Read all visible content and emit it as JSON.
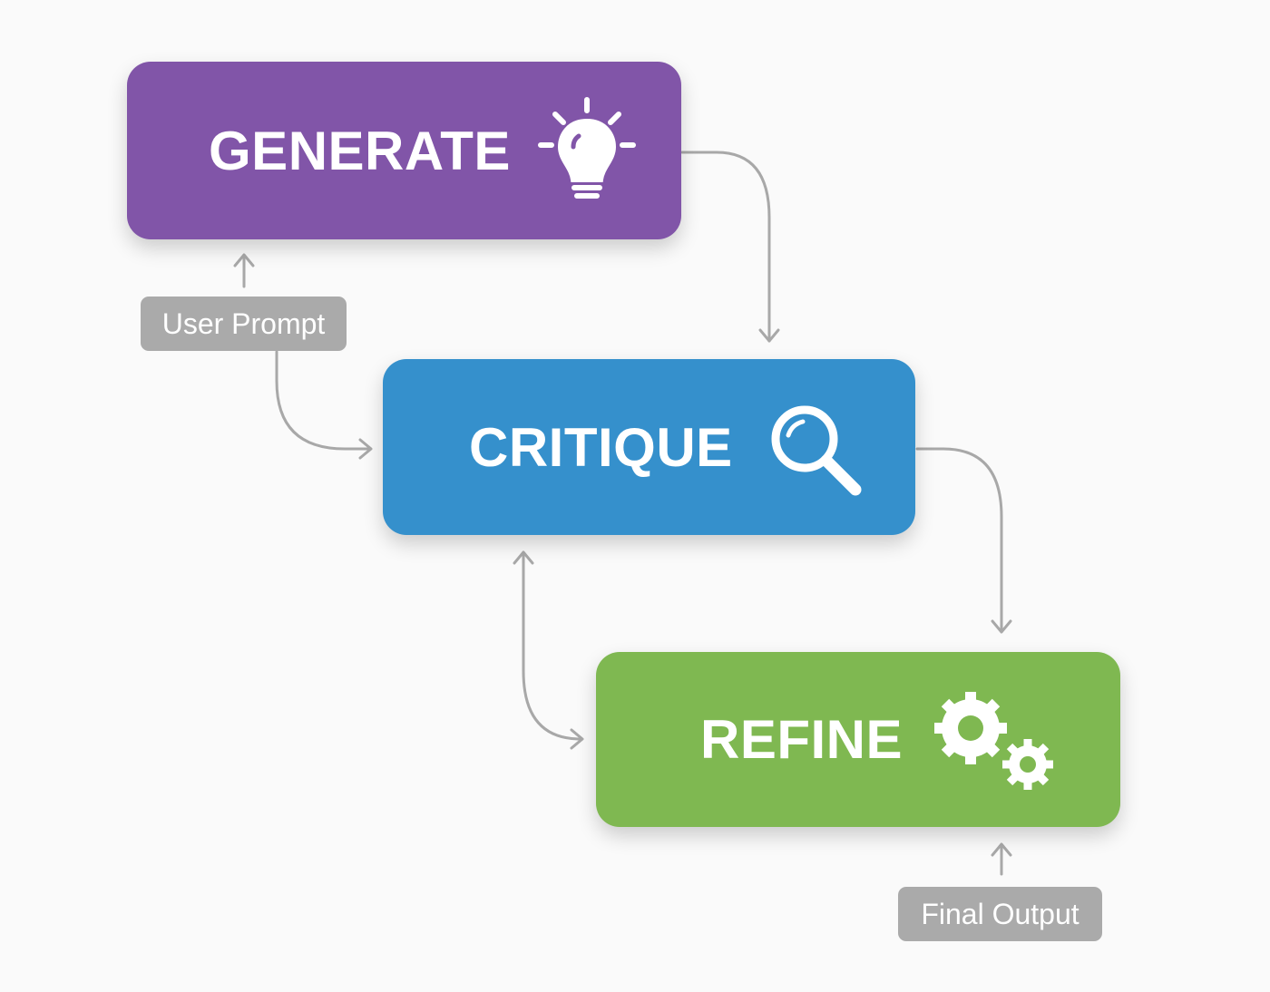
{
  "steps": [
    {
      "label": "GENERATE",
      "icon": "lightbulb-icon",
      "color": "#8155a8"
    },
    {
      "label": "CRITIQUE",
      "icon": "magnifier-icon",
      "color": "#3590cc"
    },
    {
      "label": "REFINE",
      "icon": "gears-icon",
      "color": "#7fb851"
    }
  ],
  "inputs": {
    "user_prompt": "User Prompt",
    "final_output": "Final Output"
  },
  "arrow_color": "#a8a8a8"
}
